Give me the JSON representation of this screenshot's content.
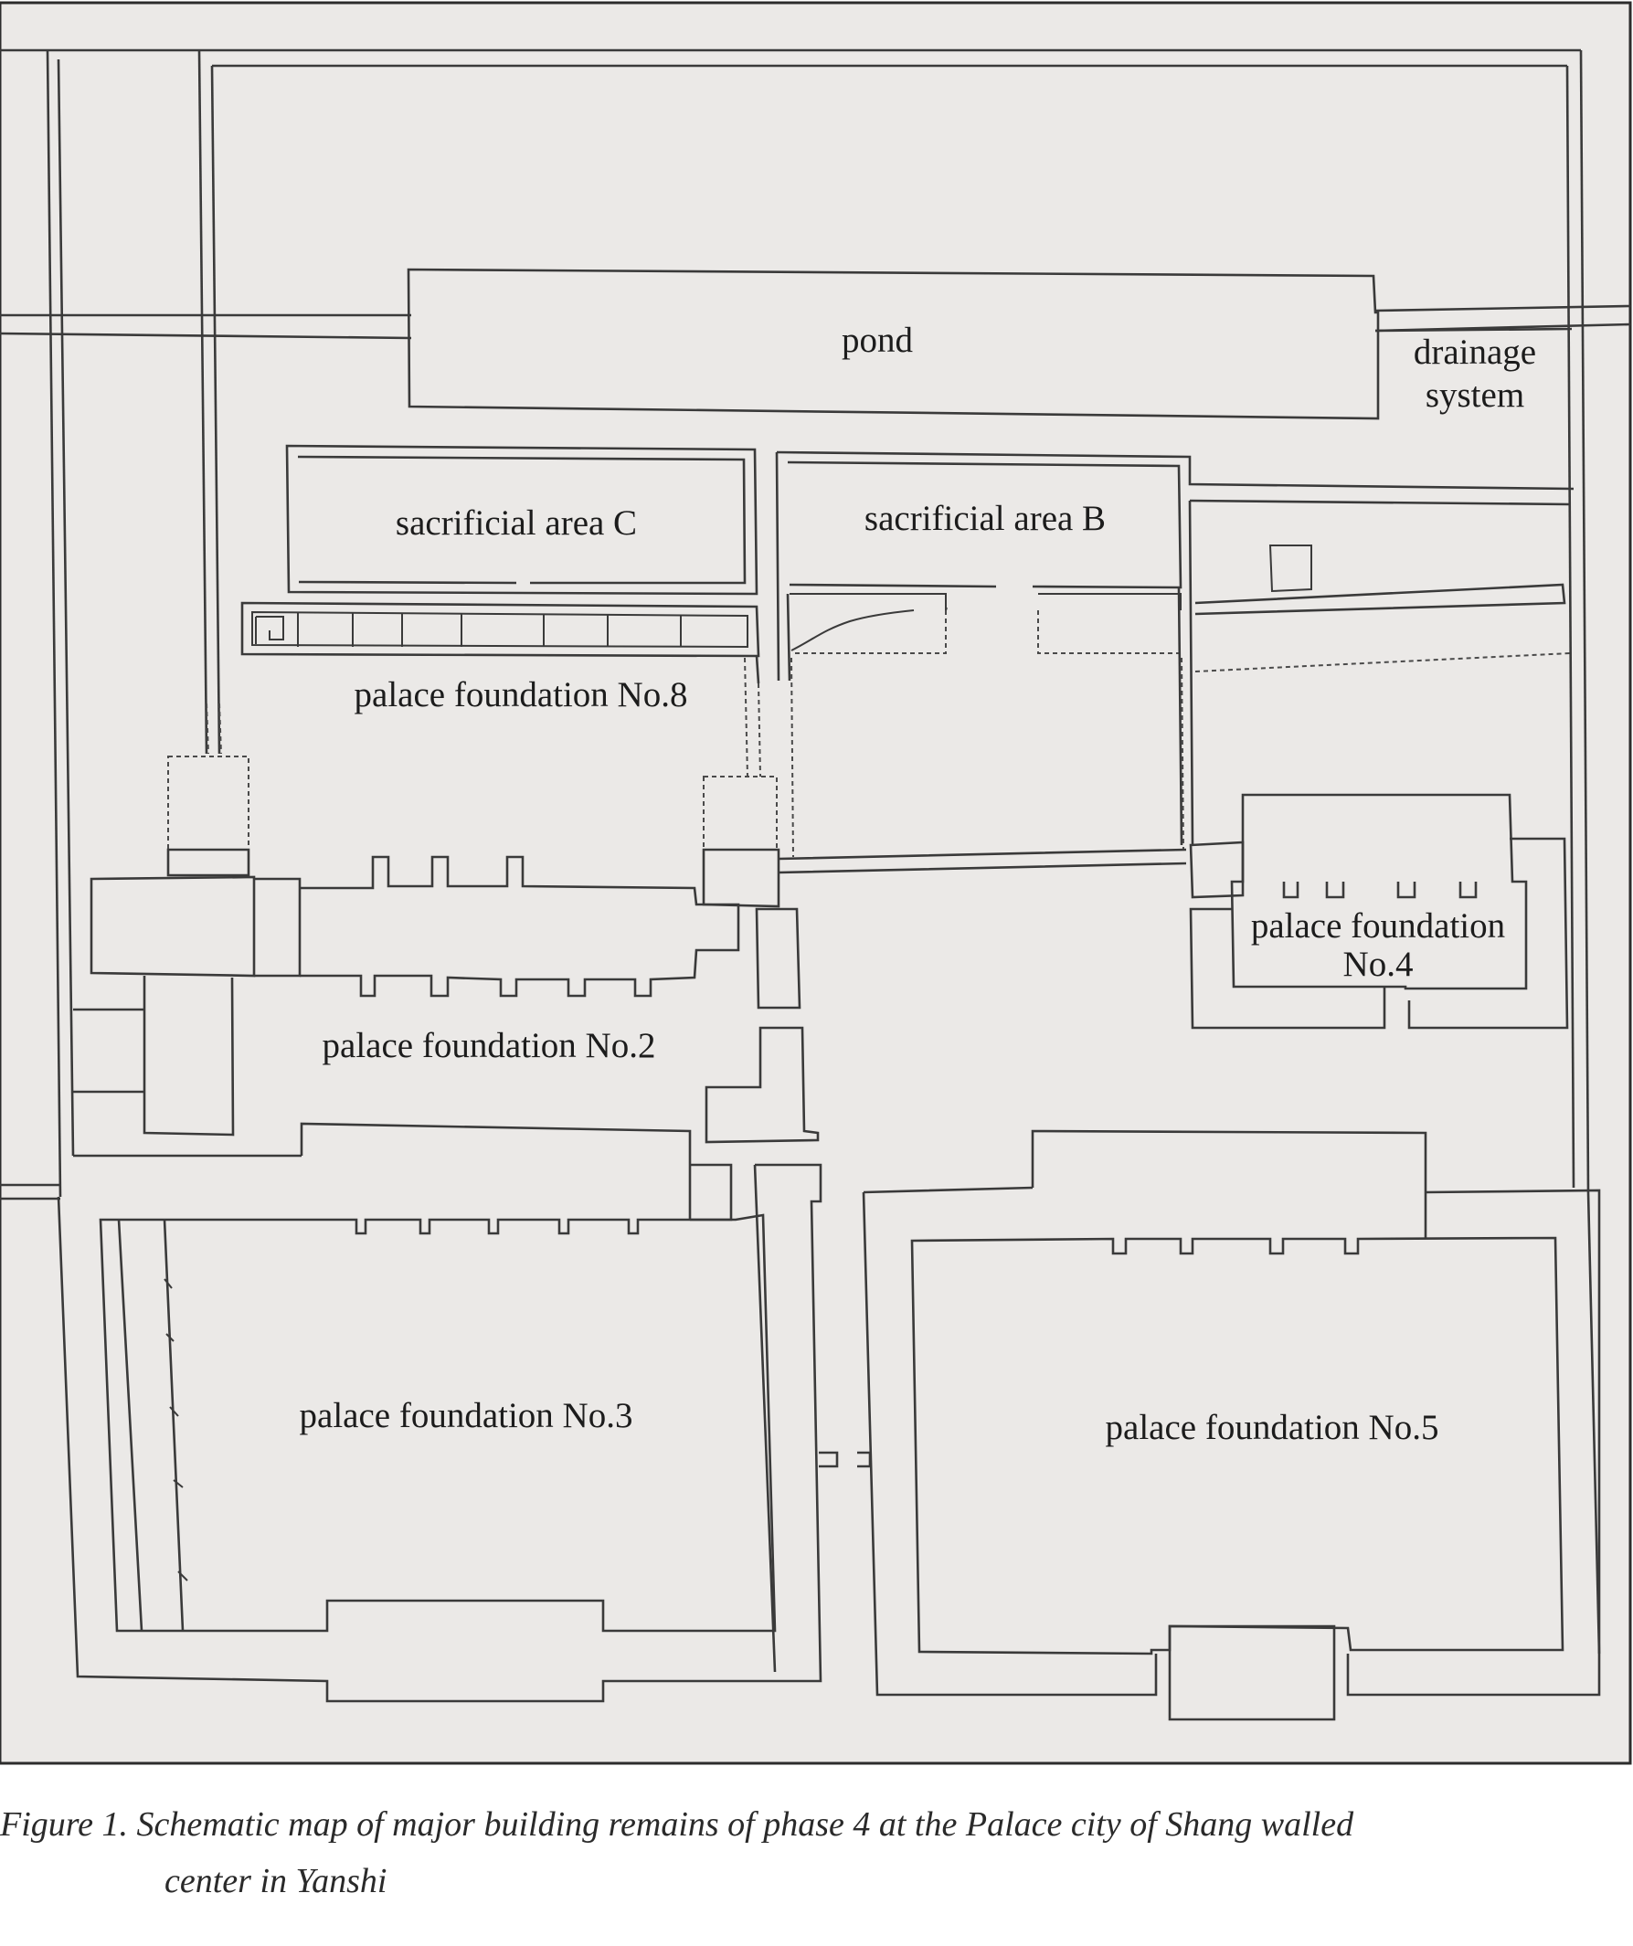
{
  "labels": {
    "pond": "pond",
    "drainage_line1": "drainage",
    "drainage_line2": "system",
    "sacrificial_c": "sacrificial area C",
    "sacrificial_b": "sacrificial area B",
    "palace_8": "palace foundation No.8",
    "palace_2": "palace foundation No.2",
    "palace_4_line1": "palace foundation",
    "palace_4_line2": "No.4",
    "palace_3": "palace foundation No.3",
    "palace_5": "palace foundation No.5"
  },
  "caption": {
    "line1": "Figure 1. Schematic map of major building remains of phase 4 at the Palace city of Shang walled",
    "line2": "center in Yanshi"
  },
  "colors": {
    "map_background": "#ebe9e7",
    "line": "#3a3a3a"
  }
}
